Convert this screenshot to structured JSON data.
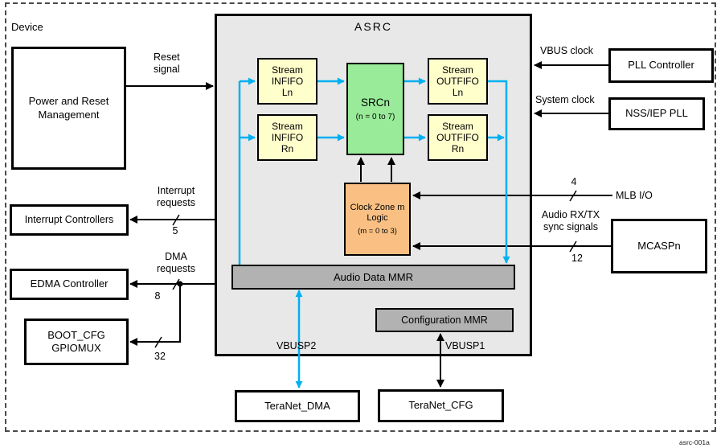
{
  "figure_id": "asrc-001a",
  "device": {
    "label": "Device"
  },
  "blocks": {
    "power_reset": "Power and Reset\nManagement",
    "interrupt_controllers": "Interrupt Controllers",
    "edma_controller": "EDMA Controller",
    "boot_cfg": "BOOT_CFG\nGPIOMUX",
    "pll_controller": "PLL Controller",
    "nss_iep_pll": "NSS/IEP PLL",
    "mcaspn": "MCASPn",
    "teranet_dma": "TeraNet_DMA",
    "teranet_cfg": "TeraNet_CFG"
  },
  "asrc": {
    "title": "ASRC",
    "infifo_ln": "Stream\nINFIFO\nLn",
    "infifo_rn": "Stream\nINFIFO\nRn",
    "srcn": {
      "title": "SRCn",
      "sub": "(n = 0 to 7)"
    },
    "outfifo_ln": "Stream\nOUTFIFO\nLn",
    "outfifo_rn": "Stream\nOUTFIFO\nRn",
    "clock_zone": {
      "title": "Clock Zone m\nLogic",
      "sub": "(m = 0 to 3)"
    },
    "audio_data_mmr": "Audio Data MMR",
    "config_mmr": "Configuration MMR"
  },
  "signals": {
    "reset": "Reset\nsignal",
    "interrupt_requests": "Interrupt\nrequests",
    "interrupt_count": "5",
    "dma_requests": "DMA\nrequests",
    "dma_count": "8",
    "gpio_count": "32",
    "vbus_clock": "VBUS clock",
    "system_clock": "System clock",
    "mlb_count": "4",
    "mlb_io": "MLB I/O",
    "audio_sync": "Audio RX/TX\nsync signals",
    "sync_count": "12",
    "vbusp2": "VBUSP2",
    "vbusp1": "VBUSP1"
  },
  "colors": {
    "signal_cyan": "#00B0F0",
    "block_yellow": "#FFFFCC",
    "block_green": "#99EB99",
    "block_orange": "#FAC083",
    "asrc_fill": "#E8E8E8",
    "mmr_fill": "#B2B2B2",
    "line_black": "#000000"
  }
}
